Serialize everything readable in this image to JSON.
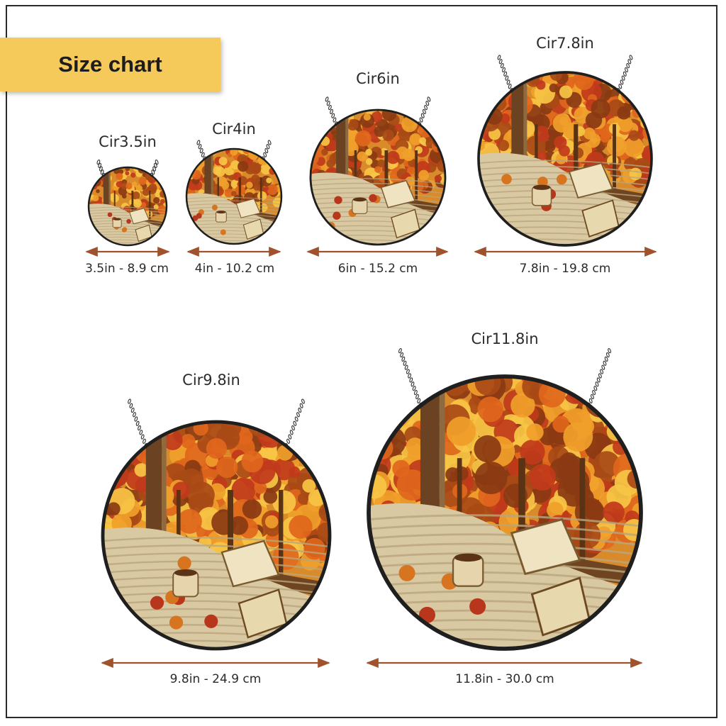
{
  "title": "Size chart",
  "colors": {
    "banner": "#f5c95a",
    "arrow": "#a0522d",
    "rim": "#1f1f1f",
    "foliage": [
      "#c0391b",
      "#e0661c",
      "#f0a02a",
      "#f7c645",
      "#a84a16",
      "#8a3a12"
    ],
    "blanket": "#d9c9a3",
    "frame_wood": "#6b4322"
  },
  "icons": {
    "chain": "chain-icon",
    "arrow": "double-arrow-icon"
  },
  "items": [
    {
      "id": "cir35",
      "size_label": "Cir3.5in",
      "dimension": "3.5in - 8.9 cm"
    },
    {
      "id": "cir4",
      "size_label": "Cir4in",
      "dimension": "4in - 10.2 cm"
    },
    {
      "id": "cir6",
      "size_label": "Cir6in",
      "dimension": "6in - 15.2 cm"
    },
    {
      "id": "cir78",
      "size_label": "Cir7.8in",
      "dimension": "7.8in - 19.8 cm"
    },
    {
      "id": "cir98",
      "size_label": "Cir9.8in",
      "dimension": "9.8in - 24.9 cm"
    },
    {
      "id": "cir118",
      "size_label": "Cir11.8in",
      "dimension": "11.8in - 30.0 cm"
    }
  ]
}
